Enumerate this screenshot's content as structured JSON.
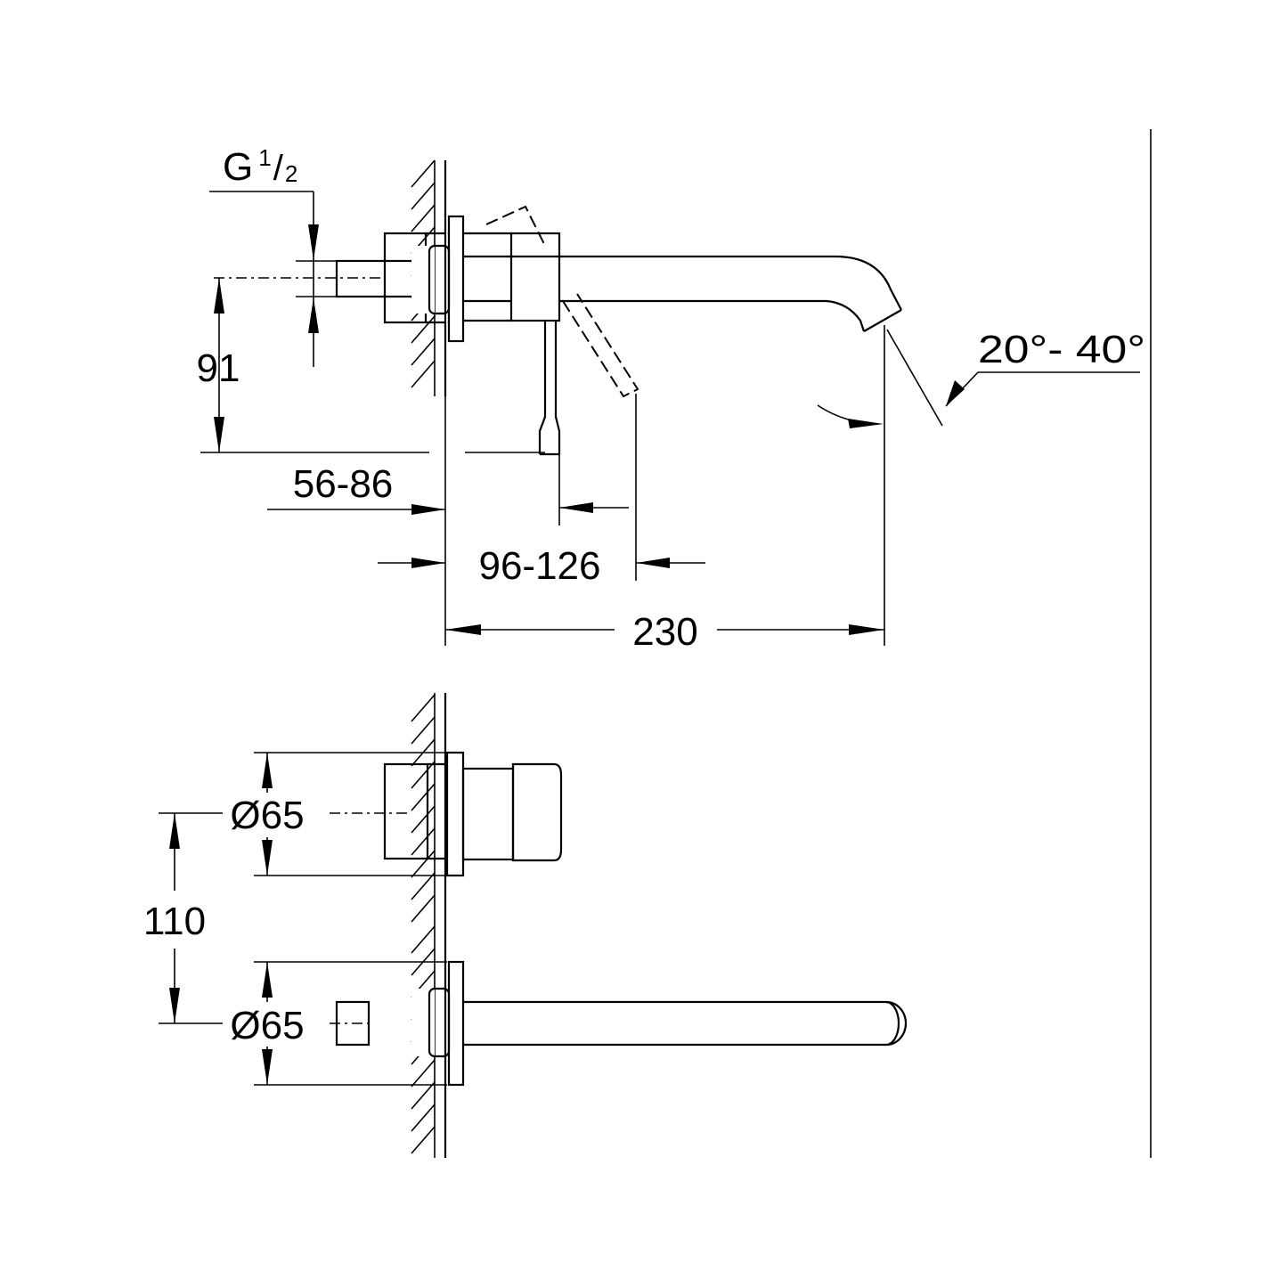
{
  "side_view": {
    "thread": {
      "base": "G",
      "numerator": "1",
      "slash": "/",
      "denominator": "2"
    },
    "height_label": "91",
    "wall_depth_label": "56-86",
    "lever_range_label": "96-126",
    "projection_label": "230",
    "angle_label": "20°- 40°"
  },
  "front_view": {
    "spacing_label": "110",
    "diameter_top_label": "Ø65",
    "diameter_bottom_label": "Ø65"
  }
}
